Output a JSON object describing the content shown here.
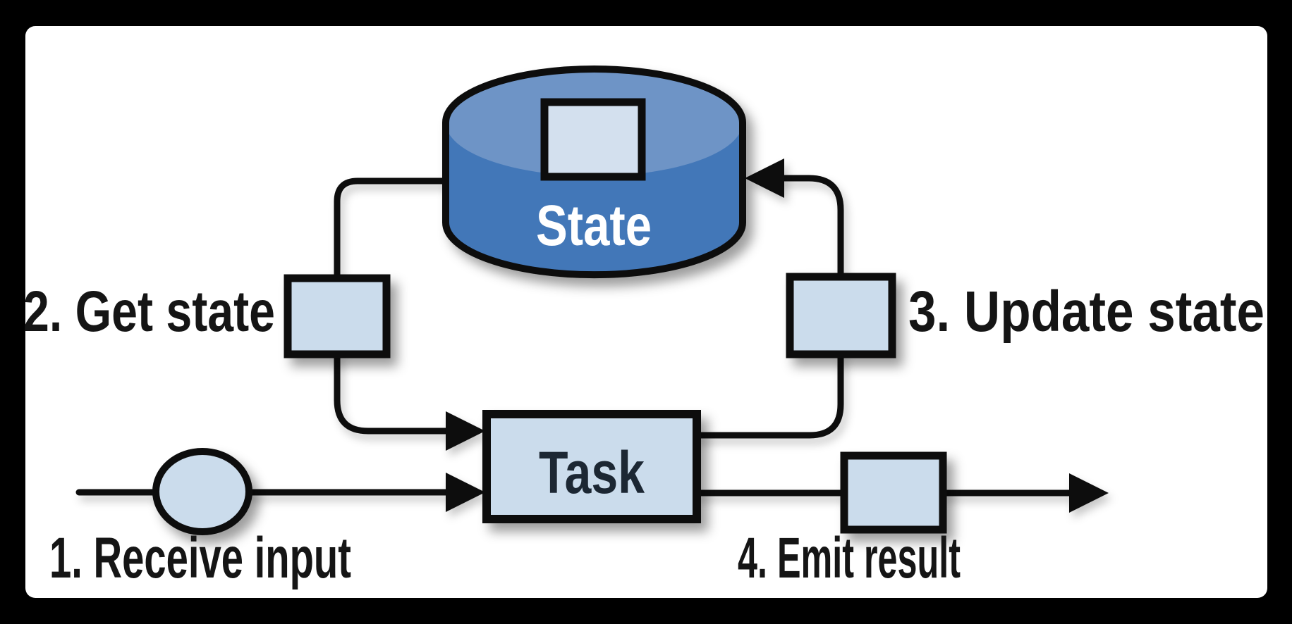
{
  "diagram": {
    "nodes": {
      "state": {
        "label": "State"
      },
      "task": {
        "label": "Task"
      }
    },
    "steps": [
      {
        "label": "1. Receive input"
      },
      {
        "label": "2. Get state"
      },
      {
        "label": "3. Update state"
      },
      {
        "label": "4. Emit result"
      }
    ],
    "colors": {
      "background": "#000000",
      "card": "#ffffff",
      "cylinder_body": "#4377b8",
      "cylinder_top": "#6e94c6",
      "node_fill": "#cbdcec",
      "record_fill": "#d3e0ee",
      "line": "#0d0d0d",
      "state_text": "#ffffff",
      "task_text": "#1c2733",
      "label_text": "#151515"
    }
  }
}
